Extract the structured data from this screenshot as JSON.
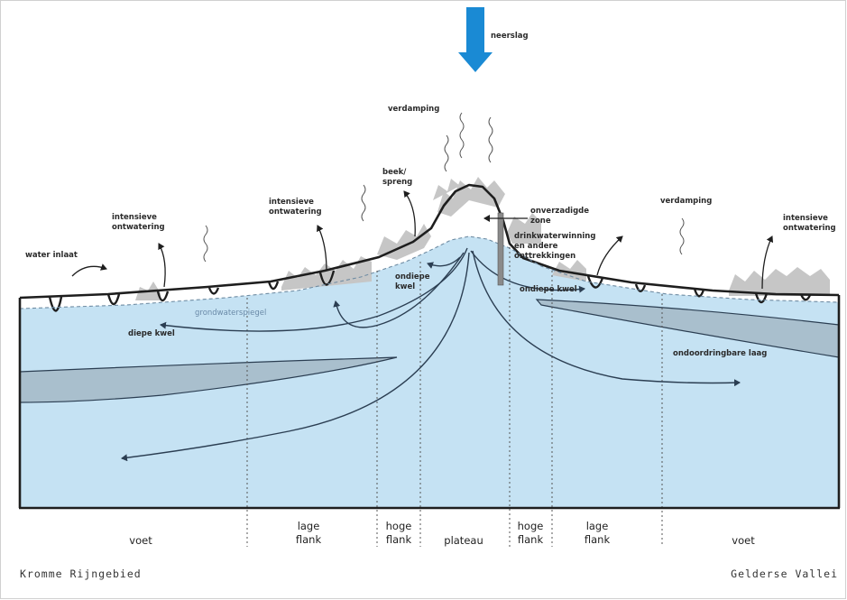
{
  "labels": {
    "neerslag": "neerslag",
    "verdamping_center": "verdamping",
    "verdamping_right": "verdamping",
    "beek_l1": "beek/",
    "beek_l2": "spreng",
    "int_left_l1": "intensieve",
    "int_left_l2": "ontwatering",
    "int_mid_l1": "intensieve",
    "int_mid_l2": "ontwatering",
    "int_right_l1": "intensieve",
    "int_right_l2": "ontwatering",
    "water_inlaat": "water inlaat",
    "onverzadigde_l1": "onverzadigde",
    "onverzadigde_l2": "zone",
    "drink_l1": "drinkwaterwinning",
    "drink_l2": "en andere",
    "drink_l3": "onttrekkingen",
    "ondiepe_left_l1": "ondiepe",
    "ondiepe_left_l2": "kwel",
    "ondiepe_right": "ondiepe kwel",
    "grondwaterspiegel": "grondwaterspiegel",
    "diepe_kwel": "diepe kwel",
    "ondoordringbare": "ondoordringbare laag"
  },
  "zones": {
    "voet_left": "voet",
    "lage_left_l1": "lage",
    "lage_left_l2": "flank",
    "hoge_left_l1": "hoge",
    "hoge_left_l2": "flank",
    "plateau": "plateau",
    "hoge_right_l1": "hoge",
    "hoge_right_l2": "flank",
    "lage_right_l1": "lage",
    "lage_right_l2": "flank",
    "voet_right": "voet"
  },
  "regions": {
    "left": "Kromme Rijngebied",
    "right": "Gelderse Vallei"
  },
  "colors": {
    "groundwater": "#c5e2f3",
    "arrow_blue": "#1a8ad4",
    "outline": "#1e1e1e",
    "flow": "#2b3e52",
    "vegetation": "#c6c6c6",
    "layer": "#a9bfcd"
  }
}
